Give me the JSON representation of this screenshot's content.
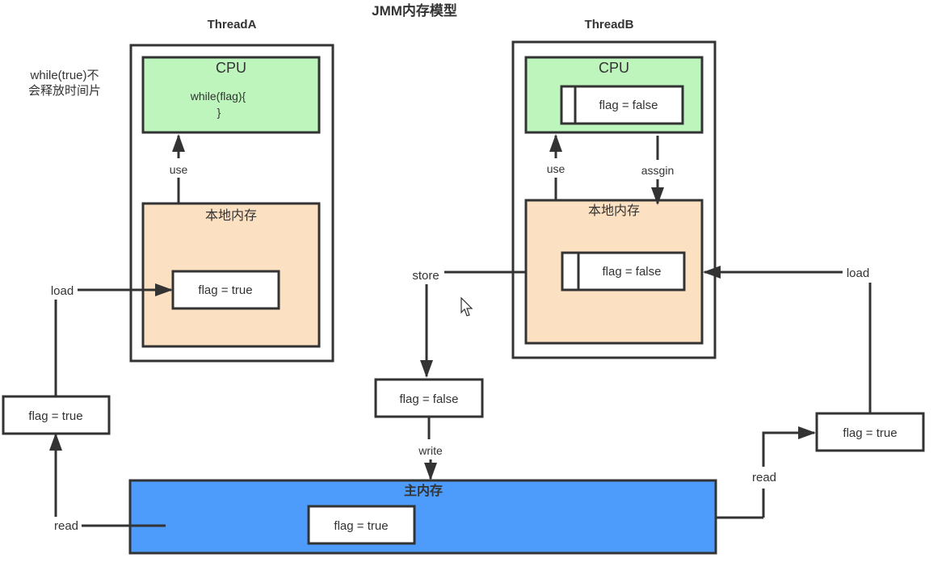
{
  "title": "JMM内存模型",
  "note": {
    "line1": "while(true)不",
    "line2": "会释放时间片"
  },
  "threadA": {
    "label": "ThreadA",
    "cpu": {
      "label": "CPU",
      "code_line1": "while(flag){",
      "code_line2": "}"
    },
    "local_memory": {
      "label": "本地内存",
      "var": "flag = true"
    },
    "use_label": "use"
  },
  "threadB": {
    "label": "ThreadB",
    "cpu": {
      "label": "CPU",
      "var": "flag = false"
    },
    "local_memory": {
      "label": "本地内存",
      "var": "flag = false"
    },
    "use_label": "use",
    "assign_label": "assgin"
  },
  "main_memory": {
    "label": "主内存",
    "var": "flag = true"
  },
  "left_path": {
    "read_label": "read",
    "transit_var": "flag = true",
    "load_label": "load"
  },
  "middle_path": {
    "store_label": "store",
    "transit_var": "flag = false",
    "write_label": "write"
  },
  "right_path": {
    "read_label": "read",
    "transit_var": "flag = true",
    "load_label": "load"
  },
  "colors": {
    "cpu_fill": "#bdf5bd",
    "local_memory_fill": "#fbe0c2",
    "main_memory_fill": "#4d9bfa",
    "stroke": "#333333"
  }
}
